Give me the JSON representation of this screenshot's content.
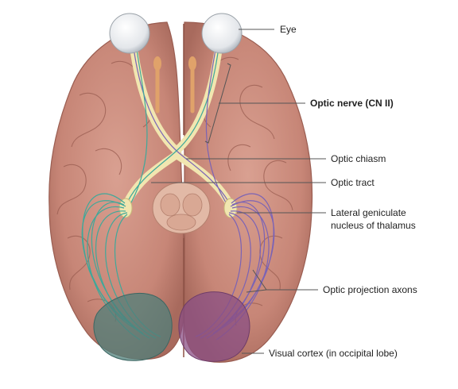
{
  "labels": {
    "eye": "Eye",
    "optic_nerve": "Optic nerve (CN II)",
    "optic_chiasm": "Optic chiasm",
    "optic_tract": "Optic tract",
    "lgn_line1": "Lateral geniculate",
    "lgn_line2": "nucleus of thalamus",
    "optic_projection": "Optic projection axons",
    "visual_cortex": "Visual cortex (in occipital lobe)"
  },
  "colors": {
    "brain": "#c98a7b",
    "brain_dark": "#a86a5d",
    "gyri_line": "#9a5d51",
    "nerve": "#f1e6b0",
    "left_pathway": "#3fa89a",
    "right_pathway": "#7b63b5",
    "left_cortex": "#4f7f7a",
    "right_cortex": "#8a4f84",
    "eye": "#eef0f2"
  }
}
